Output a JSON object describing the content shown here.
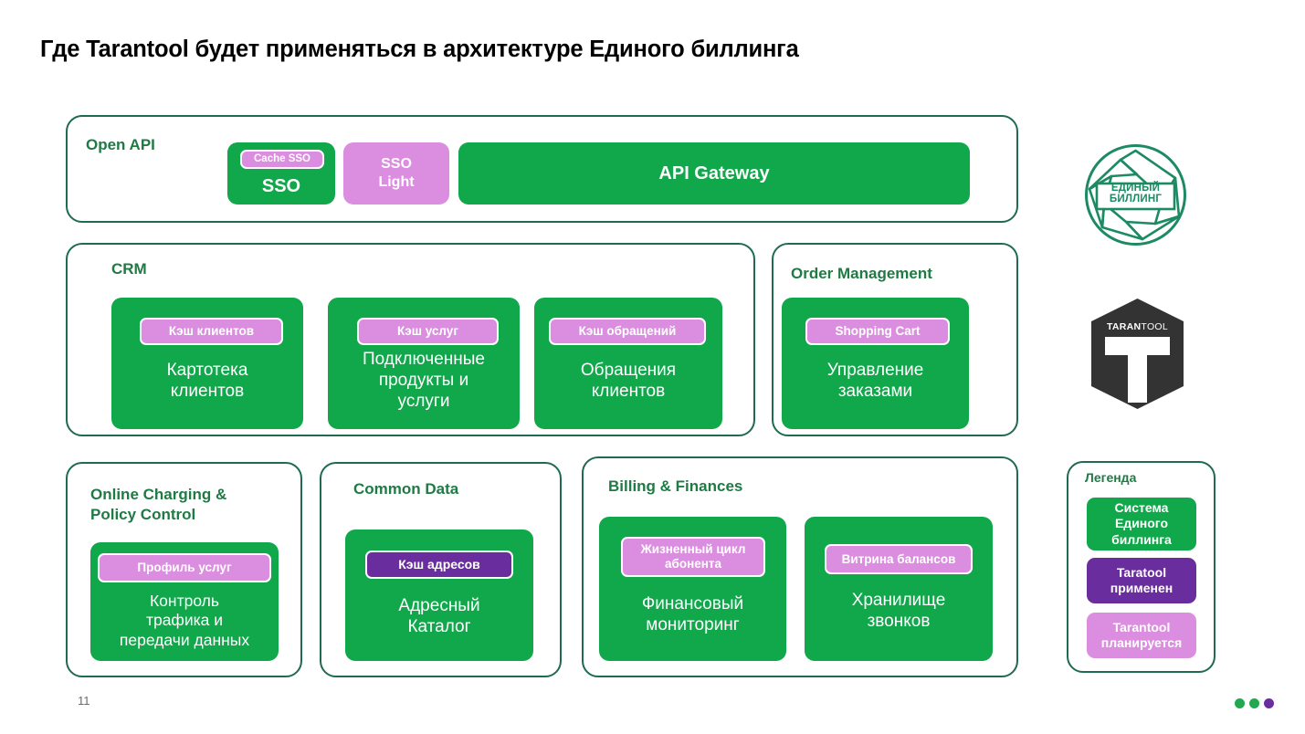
{
  "slide": {
    "title": "Где Tarantool будет применяться в архитектуре Единого биллинга",
    "page_number": "11"
  },
  "colors": {
    "system_green": "#11A74B",
    "panel_border": "#1F6B51",
    "panel_title": "#1F7A44",
    "tarantool_planned": "#DB8EDF",
    "tarantool_applied": "#6A2D9E",
    "logo_green": "#1C8A63",
    "hex_dark": "#333333"
  },
  "sections": {
    "open_api": {
      "title": "Open API",
      "sso": {
        "badge": "Cache SSO",
        "label": "SSO"
      },
      "sso_light": {
        "label": "SSO\nLight"
      },
      "api_gateway": {
        "label": "API Gateway"
      }
    },
    "crm": {
      "title": "CRM",
      "cards": [
        {
          "badge": "Кэш клиентов",
          "label": "Картотека\nклиентов"
        },
        {
          "badge": "Кэш услуг",
          "label": "Подключенные\nпродукты и\nуслуги"
        },
        {
          "badge": "Кэш обращений",
          "label": "Обращения\nклиентов"
        }
      ]
    },
    "order_management": {
      "title": "Order Management",
      "cards": [
        {
          "badge": "Shopping Cart",
          "label": "Управление\nзаказами"
        }
      ]
    },
    "online_charging": {
      "title": "Online Charging &\nPolicy Control",
      "cards": [
        {
          "badge": "Профиль услуг",
          "label": "Контроль\nтрафика и\nпередачи данных"
        }
      ]
    },
    "common_data": {
      "title": "Common Data",
      "cards": [
        {
          "badge": "Кэш адресов",
          "label": "Адресный\nКаталог"
        }
      ]
    },
    "billing_finances": {
      "title": "Billing & Finances",
      "cards": [
        {
          "badge": "Жизненный цикл\nабонента",
          "label": "Финансовый\nмониторинг"
        },
        {
          "badge": "Витрина балансов",
          "label": "Хранилище\nзвонков"
        }
      ]
    }
  },
  "legend": {
    "title": "Легенда",
    "items": [
      {
        "label": "Система\nЕдиного\nбиллинга",
        "kind": "system"
      },
      {
        "label": "Taratool\nприменен",
        "kind": "applied"
      },
      {
        "label": "Tarantool\nпланируется",
        "kind": "planned"
      }
    ]
  },
  "logos": {
    "edinyi_billing": {
      "text": "ЕДИНЫЙ\nБИЛЛИНГ"
    },
    "tarantool": {
      "bold_part": "TARAN",
      "light_part": "TOOL",
      "letter": "T"
    }
  }
}
